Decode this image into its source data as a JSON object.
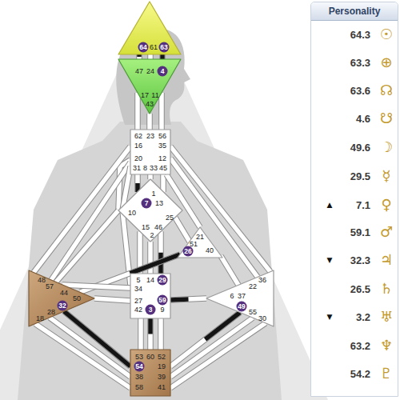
{
  "diagram": {
    "nodes": [
      {
        "text": [
          "64",
          "61",
          "63"
        ]
      },
      {
        "text": [
          "47",
          "24",
          "4",
          "17",
          "11",
          "43"
        ]
      },
      {
        "text": [
          "62",
          "23",
          "56",
          "16",
          "35",
          "20",
          "12",
          "31",
          "8",
          "33",
          "45"
        ]
      },
      {
        "text": [
          "1",
          "7",
          "13",
          "10",
          "25",
          "15",
          "46",
          "2"
        ]
      },
      {
        "text": [
          "21",
          "51",
          "26",
          "40"
        ]
      },
      {
        "text": [
          "48",
          "57",
          "44",
          "50",
          "32",
          "28",
          "18"
        ]
      },
      {
        "text": [
          "36",
          "22",
          "6",
          "37",
          "49",
          "55",
          "30"
        ]
      },
      {
        "text": [
          "5",
          "14",
          "29",
          "34",
          "27",
          "59",
          "42",
          "3",
          "9"
        ]
      },
      {
        "text": [
          "53",
          "60",
          "52",
          "54",
          "19",
          "38",
          "39",
          "58",
          "41"
        ]
      },
      {
        "text": [
          "Personality"
        ]
      }
    ],
    "edges": [
      {
        "from": 0,
        "to": 1,
        "arrow": "none"
      },
      {
        "from": 0,
        "to": 1,
        "arrow": "none"
      },
      {
        "from": 0,
        "to": 1,
        "arrow": "none"
      },
      {
        "from": 1,
        "to": 2,
        "arrow": "none"
      },
      {
        "from": 1,
        "to": 2,
        "arrow": "none"
      },
      {
        "from": 1,
        "to": 2,
        "arrow": "none"
      },
      {
        "from": 2,
        "to": 3,
        "arrow": "none"
      },
      {
        "from": 2,
        "to": 3,
        "arrow": "none"
      },
      {
        "from": 2,
        "to": 3,
        "arrow": "none"
      },
      {
        "from": 2,
        "to": 3,
        "arrow": "none"
      },
      {
        "from": 2,
        "to": 5,
        "arrow": "none"
      },
      {
        "from": 2,
        "to": 5,
        "arrow": "none"
      },
      {
        "from": 2,
        "to": 7,
        "arrow": "none"
      },
      {
        "from": 2,
        "to": 4,
        "arrow": "none"
      },
      {
        "from": 2,
        "to": 6,
        "arrow": "none"
      },
      {
        "from": 2,
        "to": 6,
        "arrow": "none"
      },
      {
        "from": 3,
        "to": 4,
        "arrow": "none"
      },
      {
        "from": 3,
        "to": 5,
        "arrow": "none"
      },
      {
        "from": 3,
        "to": 7,
        "arrow": "none"
      },
      {
        "from": 3,
        "to": 7,
        "arrow": "none"
      },
      {
        "from": 3,
        "to": 7,
        "arrow": "none"
      },
      {
        "from": 4,
        "to": 5,
        "arrow": "none"
      },
      {
        "from": 4,
        "to": 6,
        "arrow": "none"
      },
      {
        "from": 5,
        "to": 7,
        "arrow": "none"
      },
      {
        "from": 5,
        "to": 7,
        "arrow": "none"
      },
      {
        "from": 7,
        "to": 6,
        "arrow": "none"
      },
      {
        "from": 7,
        "to": 8,
        "arrow": "none"
      },
      {
        "from": 7,
        "to": 8,
        "arrow": "none"
      },
      {
        "from": 7,
        "to": 8,
        "arrow": "none"
      },
      {
        "from": 5,
        "to": 8,
        "arrow": "none"
      },
      {
        "from": 5,
        "to": 8,
        "arrow": "none"
      },
      {
        "from": 5,
        "to": 8,
        "arrow": "none"
      },
      {
        "from": 6,
        "to": 8,
        "arrow": "none"
      },
      {
        "from": 6,
        "to": 8,
        "arrow": "none"
      },
      {
        "from": 6,
        "to": 8,
        "arrow": "none"
      }
    ],
    "labels": [
      "64.3",
      "☉",
      "63.3",
      "⊕",
      "63.6",
      "☊",
      "4.6",
      "☋",
      "49.6",
      "☽",
      "29.5",
      "☿",
      "▲",
      "7.1",
      "♀",
      "59.1",
      "♂",
      "▼",
      "32.3",
      "♃",
      "26.5",
      "♄",
      "▼",
      "3.2",
      "♅",
      "63.2",
      "♆",
      "54.2",
      "♇"
    ]
  }
}
